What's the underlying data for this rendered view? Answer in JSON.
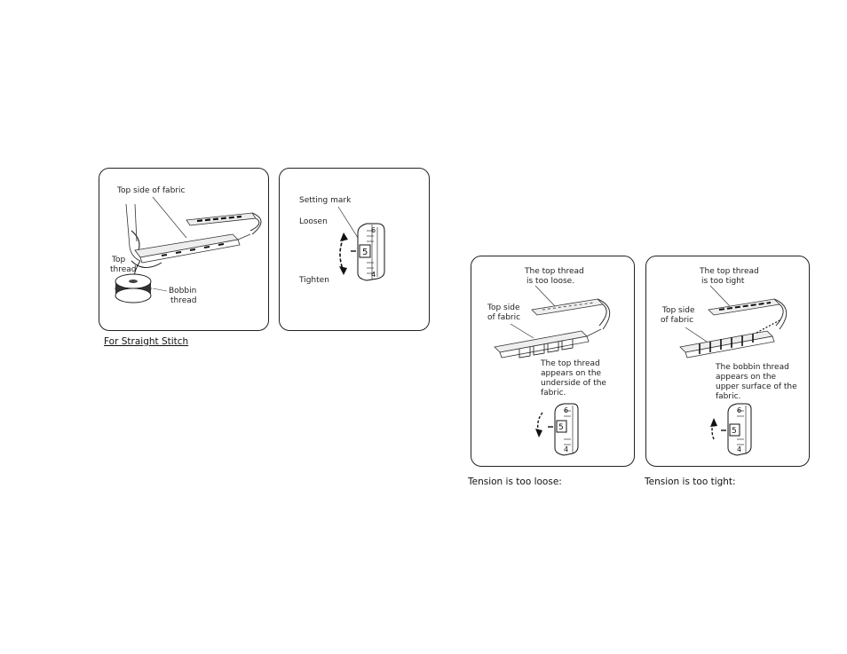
{
  "straight_panel": {
    "top_side_label": "Top side of fabric",
    "top_thread_line1": "Top",
    "top_thread_line2": "thread",
    "bobbin_line1": "Bobbin",
    "bobbin_line2": "thread"
  },
  "dial_panel": {
    "setting_mark": "Setting mark",
    "loosen": "Loosen",
    "tighten": "Tighten",
    "dial_digits": [
      "6",
      "5",
      "4"
    ]
  },
  "straight_caption": "For Straight Stitch",
  "loose_panel": {
    "header_line1": "The top thread",
    "header_line2": "is too loose.",
    "top_side_line1": "Top side",
    "top_side_line2": "of fabric",
    "desc_lines": [
      "The top thread",
      "appears on the",
      "underside of the",
      "fabric."
    ],
    "dial_digits": [
      "6",
      "5",
      "4"
    ]
  },
  "loose_caption": "Tension is too loose:",
  "tight_panel": {
    "header_line1": "The top thread",
    "header_line2": "is too tight",
    "top_side_line1": "Top side",
    "top_side_line2": "of fabric",
    "desc_lines": [
      "The bobbin thread",
      "appears on the",
      "upper surface of the",
      "fabric."
    ],
    "dial_digits": [
      "6",
      "5",
      "4"
    ]
  },
  "tight_caption": "Tension is too tight:"
}
